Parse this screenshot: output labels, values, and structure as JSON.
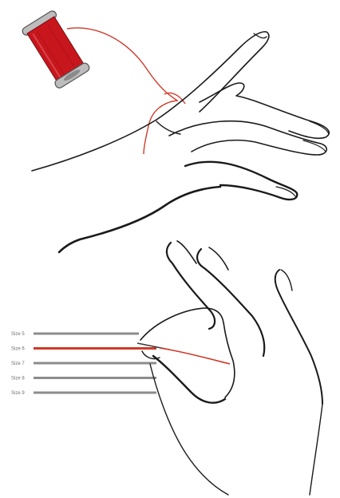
{
  "colors": {
    "thread": "#d03a2a",
    "spool": "#c8161d",
    "spool_rim": "#9c9c9c",
    "ink": "#1a1a1a",
    "gauge_gray": "#8c8c8c",
    "label_gray": "#6f6f6f"
  },
  "needle_gauge": {
    "highlighted_index": 1,
    "sizes": [
      {
        "label": "Size 5"
      },
      {
        "label": "Size 6"
      },
      {
        "label": "Size 7"
      },
      {
        "label": "Size 8"
      },
      {
        "label": "Size 9"
      }
    ]
  }
}
